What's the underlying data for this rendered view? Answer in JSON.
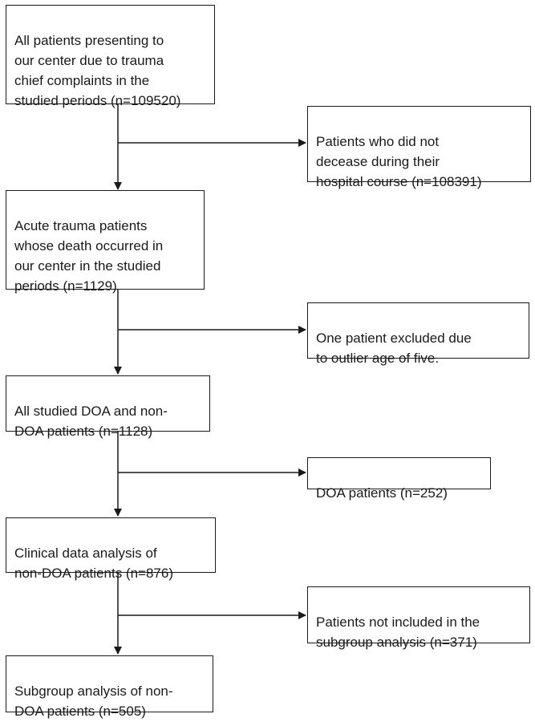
{
  "flowchart": {
    "main_boxes": [
      "All patients presenting to\nour center due to trauma\nchief complaints in the\nstudied periods (n=109520)",
      "Acute trauma patients\nwhose death occurred in\nour center in the studied\nperiods (n=1129)",
      "All studied DOA and non-\nDOA patients (n=1128)",
      "Clinical data analysis of\nnon-DOA patients (n=876)",
      "Subgroup  analysis of non-\nDOA patients (n=505)"
    ],
    "side_boxes": [
      "Patients who did not\ndecease during their\nhospital course (n=108391)",
      "One patient excluded due\nto outlier age of five.",
      "DOA patients (n=252)",
      "Patients not included in the\nsubgroup analysis (n=371)"
    ]
  }
}
